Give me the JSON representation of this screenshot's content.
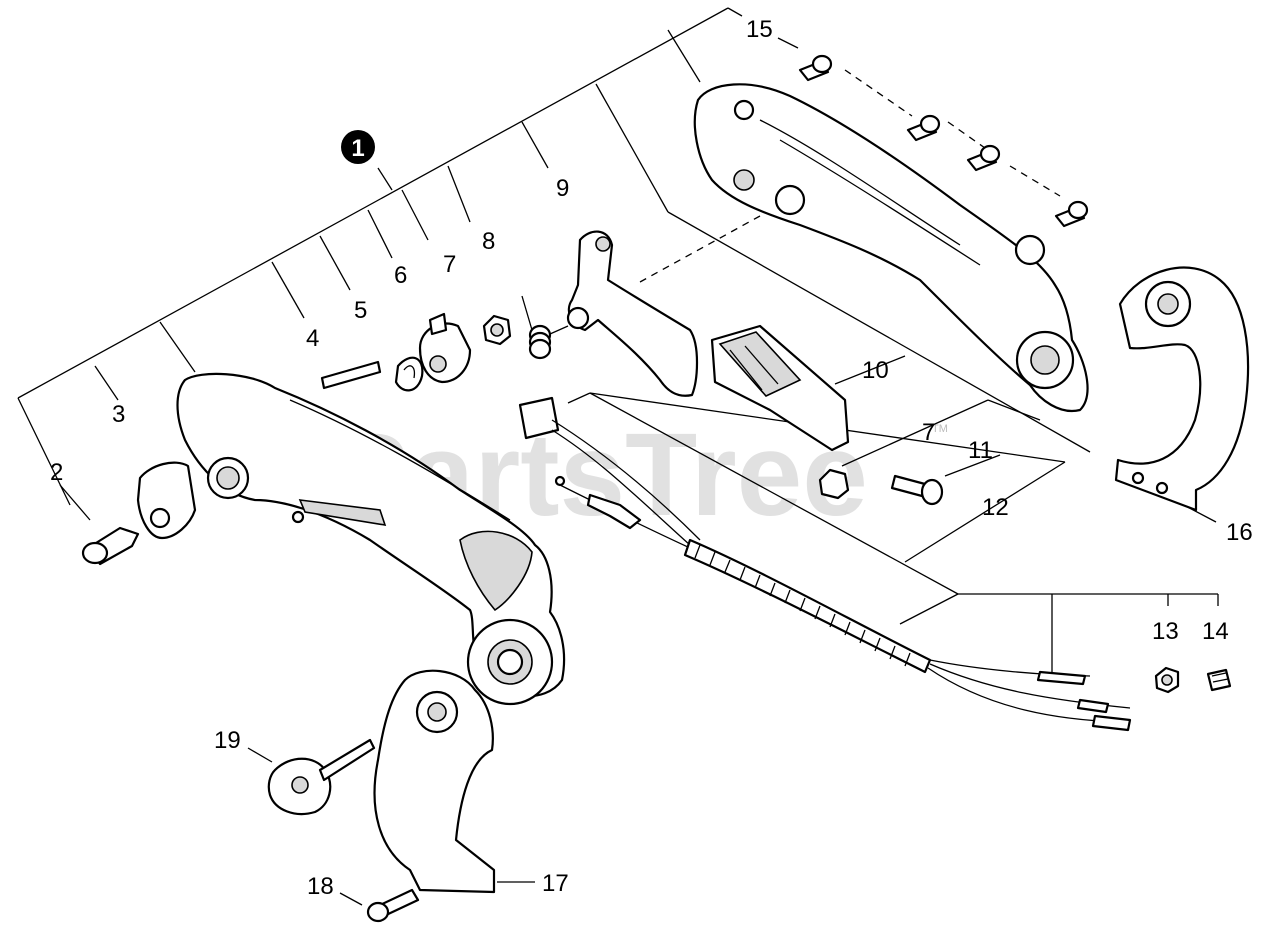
{
  "watermark": {
    "text": "PartsTree",
    "tm": "TM"
  },
  "callouts": {
    "c1": "1",
    "c2": "2",
    "c3": "3",
    "c4": "4",
    "c5": "5",
    "c6": "6",
    "c7a": "7",
    "c7b": "7",
    "c8": "8",
    "c9": "9",
    "c10": "10",
    "c11": "11",
    "c12": "12",
    "c13": "13",
    "c14": "14",
    "c15": "15",
    "c16": "16",
    "c17": "17",
    "c18": "18",
    "c19": "19"
  }
}
